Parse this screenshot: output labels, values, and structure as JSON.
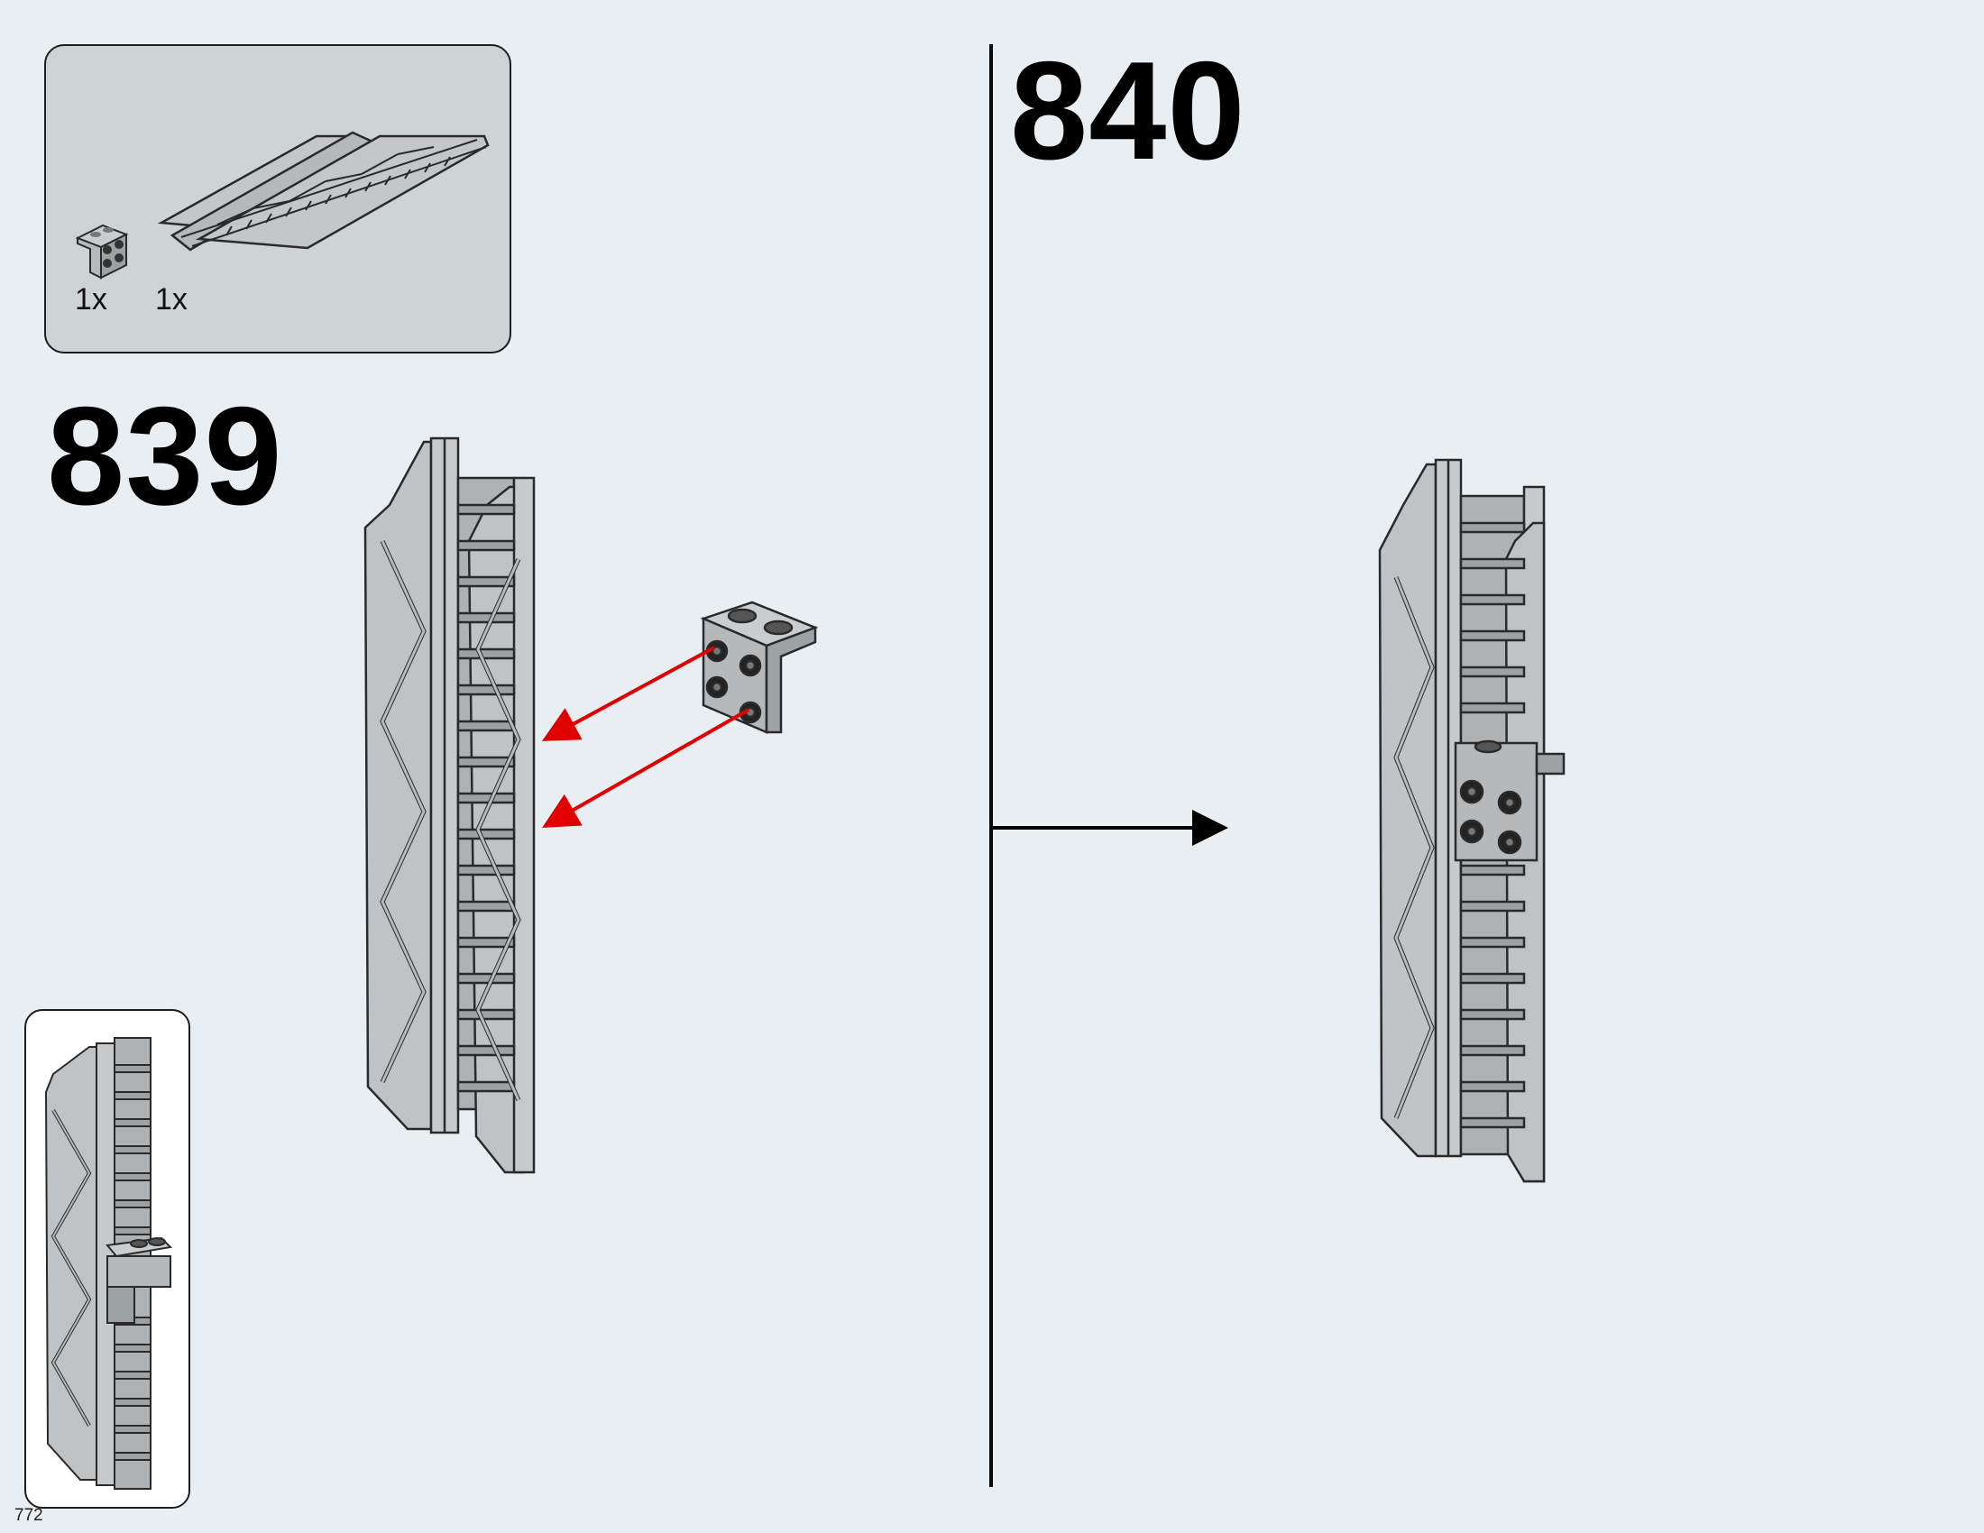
{
  "page": {
    "number": "772"
  },
  "steps": [
    {
      "number": "839",
      "parts": [
        {
          "name": "bracket-1x2-2x2",
          "quantity": "1x"
        },
        {
          "name": "ladder-girder",
          "quantity": "1x"
        }
      ]
    },
    {
      "number": "840"
    }
  ],
  "colors": {
    "part_gray": "#b5b9bc",
    "part_stroke": "#2a2a2a",
    "arrow_red": "#e00000",
    "background": "#e9eef2",
    "parts_box": "#ced3d6"
  }
}
